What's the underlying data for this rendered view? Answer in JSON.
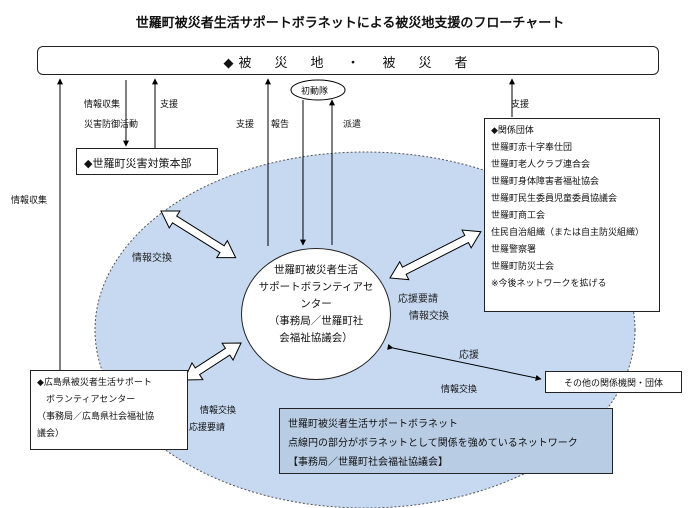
{
  "title": "世羅町被災者生活サポートボラネットによる被災地支援のフローチャート",
  "victims": "◆被　災　地　・　被　災　者",
  "hq": "◆世羅町災害対策本部",
  "first_responders": "初動隊",
  "center": {
    "lines": [
      "世羅町被災者生活",
      "サポートボランティアセ",
      "ンター",
      "（事務局／世羅町社",
      "会福祉協議会）"
    ]
  },
  "orgs": {
    "items": [
      "◆関係団体",
      "世羅町赤十字奉仕団",
      "世羅町老人クラブ連合会",
      "世羅町身体障害者福祉協会",
      "世羅町民生委員児童委員協議会",
      "世羅町商工会",
      "住民自治組織（または自主防災組織）",
      "世羅警察署",
      "世羅町防災士会",
      "※今後ネットワークを拡げる"
    ]
  },
  "hiroshima": {
    "lines": [
      "◆広島県被災者生活サポート",
      "　ボランティアセンター",
      "（事務局／広島県社会福祉協",
      "議会）"
    ]
  },
  "other": "その他の関係機関・団体",
  "network": {
    "lines": [
      "世羅町被災者生活サポートボラネット",
      "点線円の部分がボラネットとして関係を強めているネットワーク",
      "【事務局／世羅町社会福祉協議会】"
    ]
  },
  "labels": {
    "info_collect_left": "情報収集",
    "info_collect": "情報収集",
    "disaster_prevention": "災害防御活動",
    "support_hq": "支援",
    "support_center": "支援",
    "report": "報告",
    "dispatch": "派遣",
    "support_orgs": "支援",
    "info_exchange_hq": "情報交換",
    "support_request_orgs": "応援要請",
    "info_exchange_orgs": "情報交換",
    "assist_other": "応援",
    "info_exchange_other": "情報交換",
    "info_exchange_hiroshima": "情報交換",
    "support_request_hiroshima": "応援要請"
  },
  "colors": {
    "dotted_circle_fill": "#c6d9f1",
    "network_box_fill": "#b8cce4"
  }
}
